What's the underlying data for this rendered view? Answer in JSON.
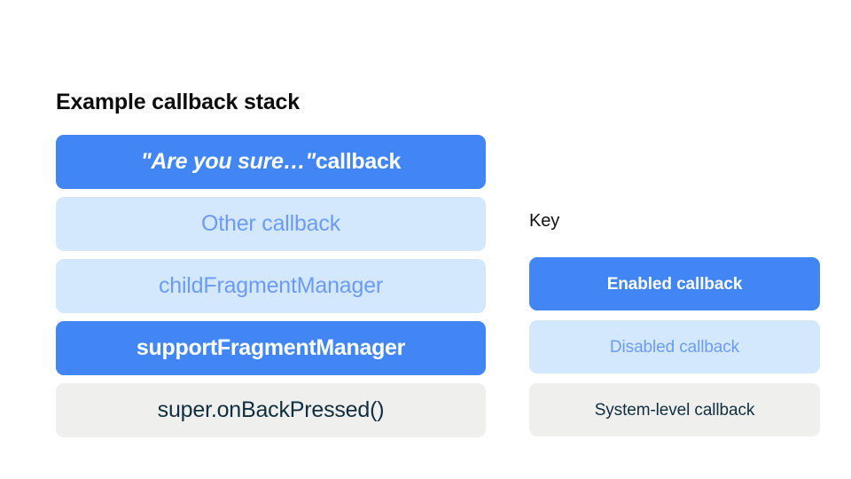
{
  "stack": {
    "title": "Example callback stack",
    "items": [
      {
        "label": "\"Are you sure…\" callback",
        "quoted_part": "\"Are you sure…\"",
        "plain_part": " callback",
        "state": "enabled"
      },
      {
        "label": "Other callback",
        "state": "disabled"
      },
      {
        "label": "childFragmentManager",
        "state": "disabled"
      },
      {
        "label": "supportFragmentManager",
        "state": "enabled"
      },
      {
        "label": "super.onBackPressed()",
        "state": "system"
      }
    ]
  },
  "key": {
    "title": "Key",
    "items": [
      {
        "label": "Enabled callback",
        "state": "enabled"
      },
      {
        "label": "Disabled callback",
        "state": "disabled"
      },
      {
        "label": "System-level callback",
        "state": "system"
      }
    ]
  },
  "colors": {
    "enabled_bg": "#4285F4",
    "enabled_text": "#FFFFFF",
    "disabled_bg": "#D4E8FD",
    "disabled_text": "#6B9BF5",
    "system_bg": "#EFEFEE",
    "system_text": "#112F3E",
    "title_text": "#0D0D0D",
    "page_bg": "#FFFFFF"
  }
}
